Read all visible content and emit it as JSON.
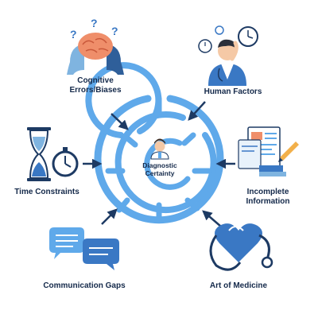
{
  "center": {
    "line1": "Diagnostic",
    "line2": "Certainty"
  },
  "factors": {
    "cognitive": {
      "line1": "Cognitive",
      "line2": "Errors/Biases",
      "icon": "brain-icon"
    },
    "human": {
      "label": "Human Factors",
      "icon": "tired-doctor-icon"
    },
    "incomplete": {
      "line1": "Incomplete",
      "line2": "Information",
      "icon": "documents-icon"
    },
    "medicine": {
      "label": "Art of Medicine",
      "icon": "stethoscope-heart-icon"
    },
    "communication": {
      "label": "Communication Gaps",
      "icon": "speech-bubbles-icon"
    },
    "time": {
      "label": "Time Constraints",
      "icon": "hourglass-stopwatch-icon"
    }
  },
  "colors": {
    "maze": "#5fa9ea",
    "arrow": "#1d3a63",
    "text": "#14294a"
  }
}
